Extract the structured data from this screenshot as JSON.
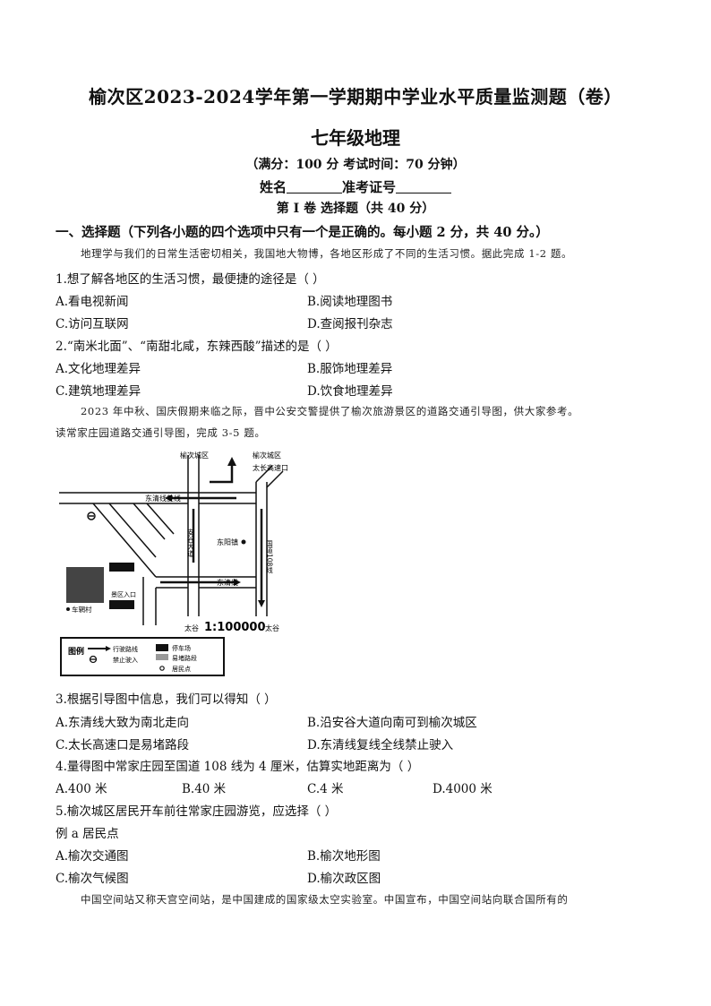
{
  "header": {
    "title": "榆次区2023-2024学年第一学期期中学业水平质量监测题（卷）",
    "subject": "七年级地理",
    "exam_info": "（满分：100 分 考试时间：70 分钟）",
    "name_label": "姓名",
    "id_label": "准考证号",
    "part_title": "第 I 卷  选择题（共 40 分）"
  },
  "section1": {
    "heading": "一、选择题（下列各小题的四个选项中只有一个是正确的。每小题 2 分，共 40 分。）",
    "intro": "地理学与我们的日常生活密切相关，我国地大物博，各地区形成了不同的生活习惯。据此完成 1-2 题。"
  },
  "questions": [
    {
      "stem": "1.想了解各地区的生活习惯，最便捷的途径是（      ）",
      "options": [
        "A.看电视新闻",
        "B.阅读地理图书",
        "C.访问互联网",
        "D.查阅报刊杂志"
      ]
    },
    {
      "stem": "2.“南米北面”、“南甜北咸，东辣西酸”描述的是（      ）",
      "options": [
        "A.文化地理差异",
        "B.服饰地理差异",
        "C.建筑地理差异",
        "D.饮食地理差异"
      ]
    }
  ],
  "passage2": {
    "line1": "2023 年中秋、国庆假期来临之际，晋中公安交警提供了榆次旅游景区的道路交通引导图，供大家参考。",
    "line2": "读常家庄园道路交通引导图，完成 3-5 题。"
  },
  "map": {
    "labels": {
      "yuci_city_left": "榆次城区",
      "yuci_city_right": "榆次城区",
      "expressway_exit": "太长高速口",
      "dongqing_double": "东清线复线",
      "dongyang_town": "东阳镇",
      "anlu_avenue": "安谷大道",
      "national_road": "国道108线",
      "dongqing": "东清线",
      "scenic_entrance": "景区入口",
      "chexia_village": "车辋村",
      "taigu_left": "太谷",
      "taigu_right": "太谷",
      "scale": "1:100000"
    },
    "legend": {
      "title": "图例",
      "items": [
        "行驶路线",
        "禁止驶入",
        "停车场",
        "易堵路段",
        "居民点"
      ]
    }
  },
  "questions2": [
    {
      "stem": "3.根据引导图中信息，我们可以得知（      ）",
      "options": [
        "A.东清线大致为南北走向",
        "B.沿安谷大道向南可到榆次城区",
        "C.太长高速口是易堵路段",
        "D.东清线复线全线禁止驶入"
      ]
    },
    {
      "stem": "4.量得图中常家庄园至国道 108 线为 4 厘米，估算实地距离为（      ）",
      "options": [
        "A.400 米",
        "B.40 米",
        "C.4 米",
        "D.4000 米"
      ]
    },
    {
      "stem": "5.榆次城区居民开车前往常家庄园游览，应选择（      ）",
      "extra": "例 a 居民点",
      "options": [
        "A.榆次交通图",
        "B.榆次地形图",
        "C.榆次气候图",
        "D.榆次政区图"
      ]
    }
  ],
  "passage3": {
    "line1": "中国空间站又称天宫空间站，是中国建成的国家级太空实验室。中国宣布，中国空间站向联合国所有的"
  }
}
